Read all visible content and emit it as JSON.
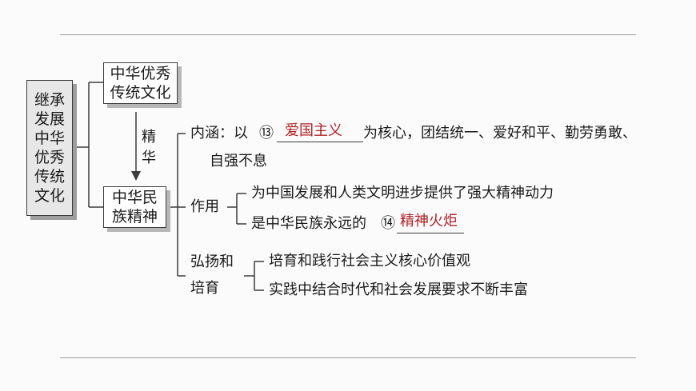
{
  "root": {
    "chars": [
      "继承",
      "发展",
      "中华",
      "优秀",
      "传统",
      "文化"
    ]
  },
  "node_culture": {
    "line1": "中华优秀",
    "line2": "传统文化"
  },
  "arrow_label": {
    "line1": "精",
    "line2": "华"
  },
  "node_spirit": {
    "line1": "中华民",
    "line2": "族精神"
  },
  "connotation": {
    "prefix": "内涵：以",
    "num": "⑬",
    "answer": "爱国主义",
    "rest": "为核心，团结统一、爱好和平、勤劳勇敢、",
    "line2": "自强不息"
  },
  "role": {
    "label": "作用",
    "item1": "为中国发展和人类文明进步提供了强大精神动力",
    "item2_prefix": "是中华民族永远的",
    "item2_num": "⑭",
    "item2_answer": "精神火炬"
  },
  "promote": {
    "label_line1": "弘扬和",
    "label_line2": "培育",
    "item1": "培育和践行社会主义核心价值观",
    "item2": "实践中结合时代和社会发展要求不断丰富"
  },
  "colors": {
    "answer": "#b21f24",
    "root_fill": "#e7e7e7",
    "line": "#3c3c3c"
  }
}
